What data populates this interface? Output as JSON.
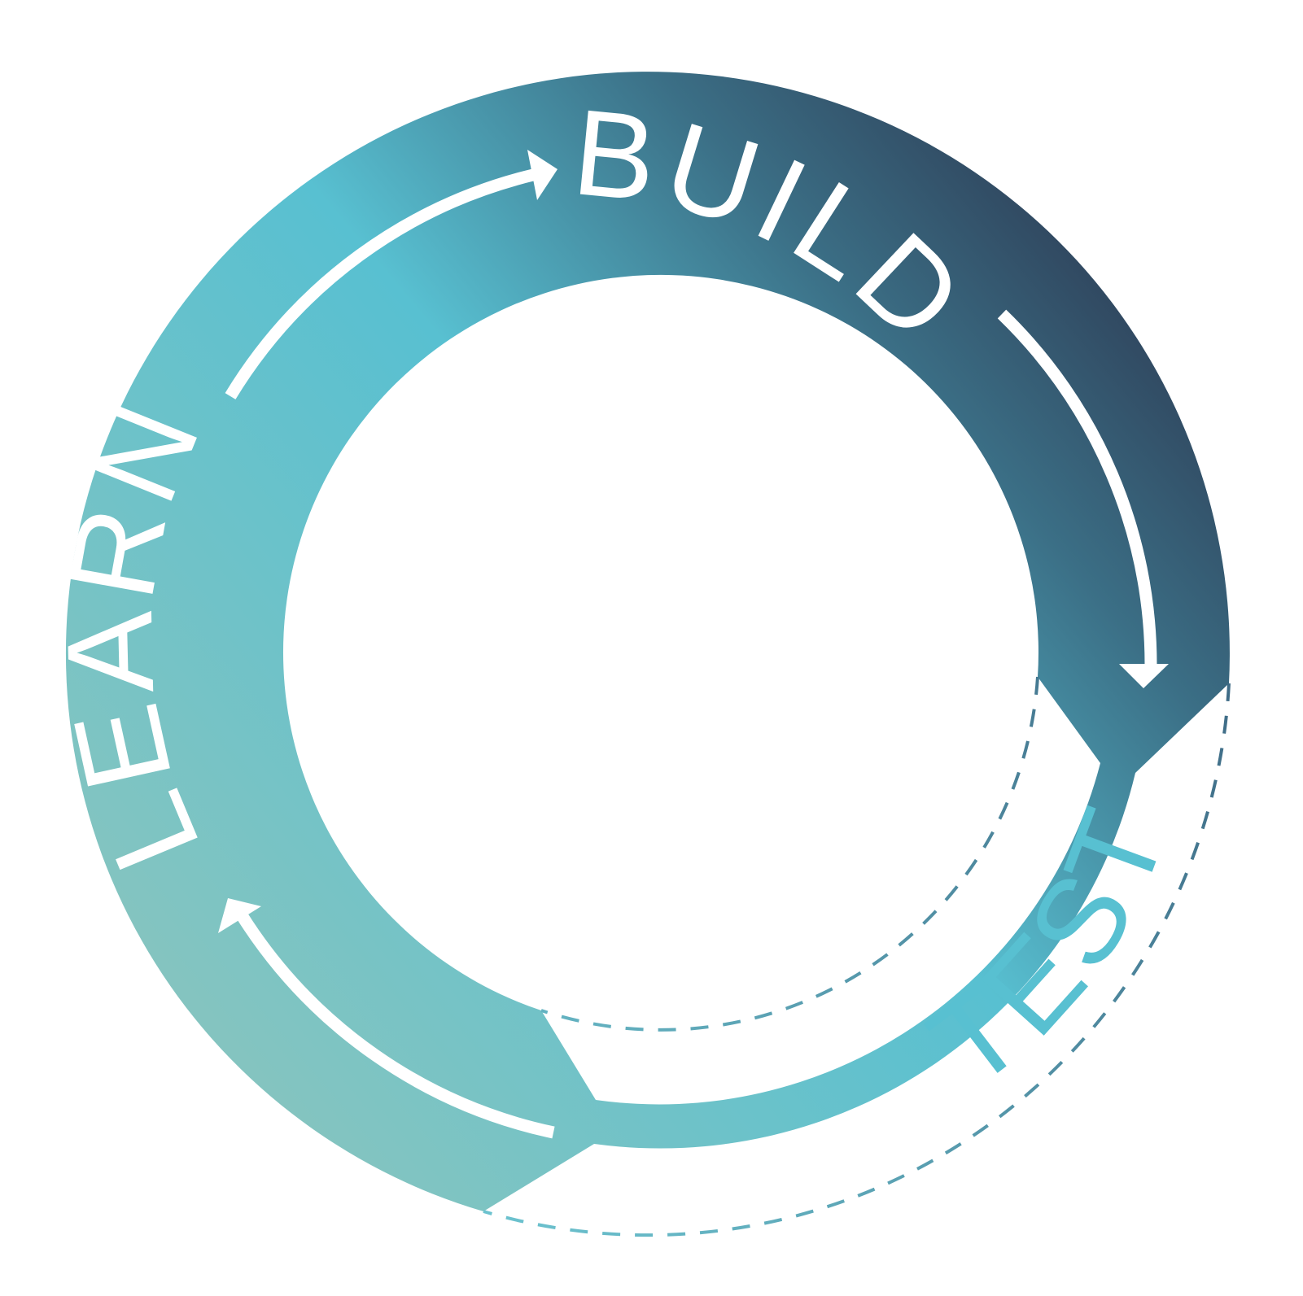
{
  "stages": {
    "build": "BUILD",
    "test": "TEST",
    "learn": "LEARN"
  },
  "colors": {
    "dark": "#2a3049",
    "bright": "#58c0d1",
    "pale": "#8cc5bd",
    "test_label": "#58c0d1",
    "arrow": "#ffffff",
    "dash_dark": "#3e6a85",
    "dash_light": "#6cc3cf"
  },
  "icons": [
    "arrow-to-build-icon",
    "arrow-to-test-icon",
    "arrow-to-learn-icon"
  ]
}
